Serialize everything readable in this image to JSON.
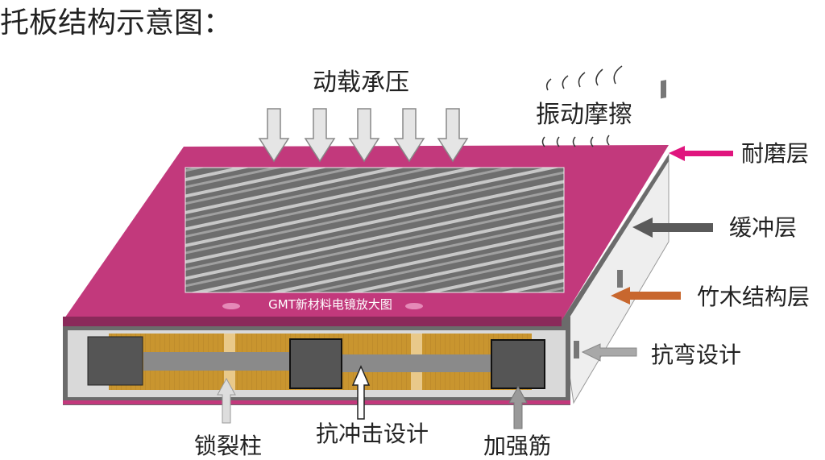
{
  "title": "托板结构示意图：",
  "top_labels": {
    "load": "动载承压",
    "friction": "振动摩擦"
  },
  "photo_caption": "GMT新材料电镜放大图",
  "side_labels": [
    {
      "text": "耐磨层",
      "color": "#e0157e"
    },
    {
      "text": "缓冲层",
      "color": "#5a5a5a"
    },
    {
      "text": "竹木结构层",
      "color": "#c8672e"
    },
    {
      "text": "抗弯设计",
      "color": "#a8a8a8"
    }
  ],
  "bottom_labels": [
    {
      "text": "锁裂柱"
    },
    {
      "text": "抗冲击设计"
    },
    {
      "text": "加强筋"
    }
  ],
  "colors": {
    "wear_layer": "#c2397c",
    "buffer": "#6b6b6b",
    "core": "#c9952f",
    "side": "#eeeeee"
  }
}
